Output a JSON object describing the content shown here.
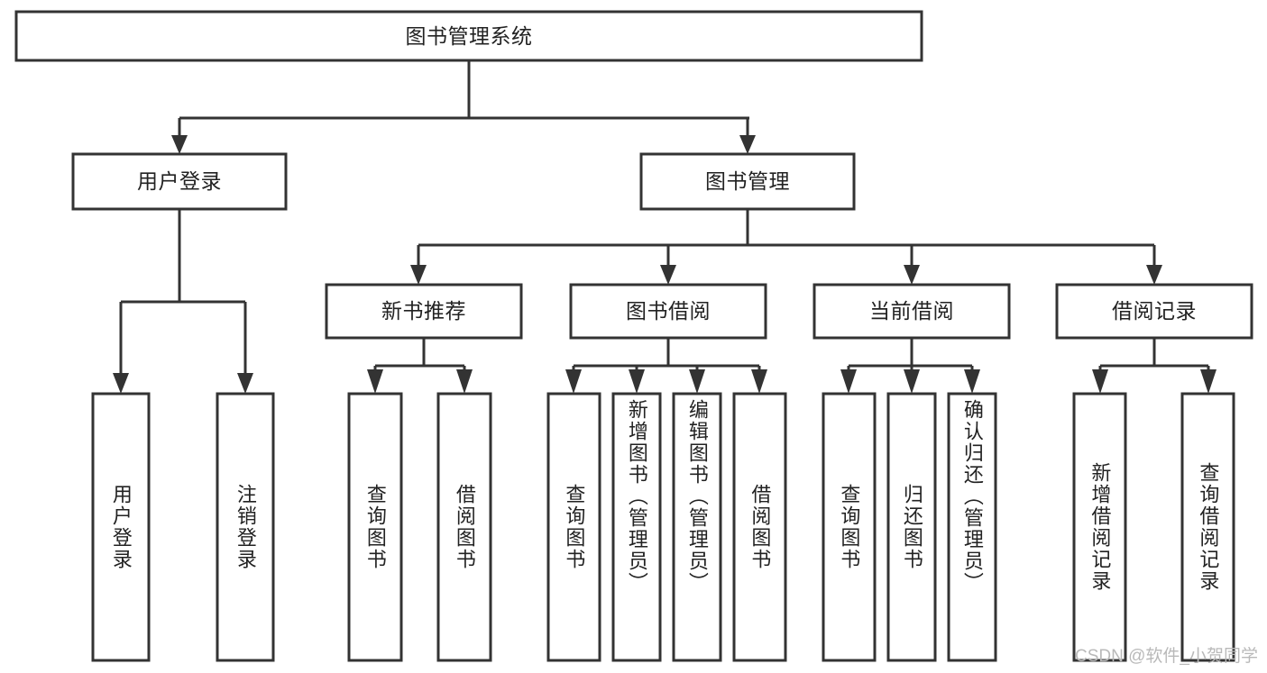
{
  "diagram": {
    "type": "tree-hierarchy",
    "title": "图书管理系统",
    "root": {
      "label": "图书管理系统",
      "level": 1
    },
    "level2": [
      {
        "label": "用户登录"
      },
      {
        "label": "图书管理"
      }
    ],
    "level3": [
      {
        "label": "新书推荐",
        "parent": "图书管理"
      },
      {
        "label": "图书借阅",
        "parent": "图书管理"
      },
      {
        "label": "当前借阅",
        "parent": "图书管理"
      },
      {
        "label": "借阅记录",
        "parent": "图书管理"
      }
    ],
    "leaves": {
      "user_login": [
        {
          "label": "用户登录"
        },
        {
          "label": "注销登录"
        }
      ],
      "new_book_recommend": [
        {
          "label": "查询图书"
        },
        {
          "label": "借阅图书"
        }
      ],
      "book_borrow": [
        {
          "label": "查询图书"
        },
        {
          "label": "新增图书（管理员）"
        },
        {
          "label": "编辑图书（管理员）"
        },
        {
          "label": "借阅图书"
        }
      ],
      "current_borrow": [
        {
          "label": "查询图书"
        },
        {
          "label": "归还图书"
        },
        {
          "label": "确认归还（管理员）"
        }
      ],
      "borrow_record": [
        {
          "label": "新增借阅记录"
        },
        {
          "label": "查询借阅记录"
        }
      ]
    }
  },
  "watermark": {
    "text": "CSDN @软件_小贺同学"
  },
  "colors": {
    "stroke": "#333333",
    "box_fill": "#ffffff",
    "text": "#222222",
    "watermark": "#b9b9b9",
    "background": "#ffffff"
  }
}
